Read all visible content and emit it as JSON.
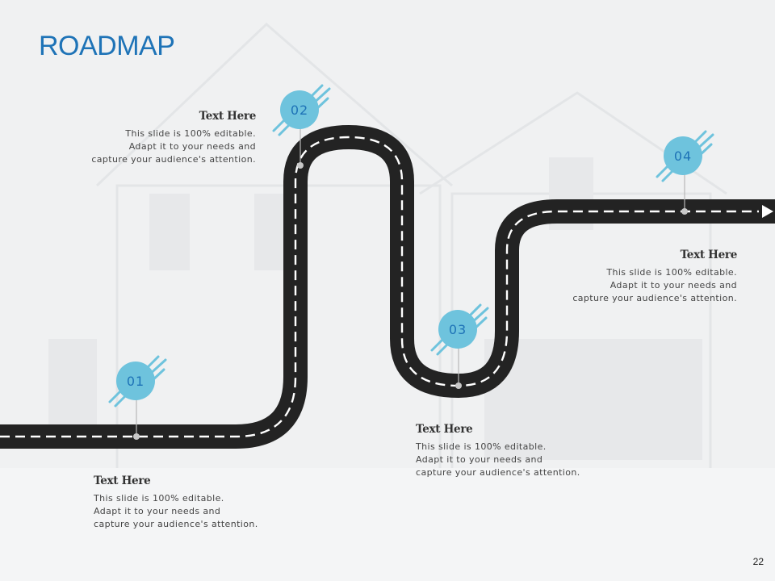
{
  "slide": {
    "title": "ROADMAP",
    "page_number": "22"
  },
  "colors": {
    "accent": "#1e73b7",
    "marker": "#6ec3dd",
    "road": "#232323",
    "lane": "#ffffff"
  },
  "steps": [
    {
      "number": "01",
      "heading": "Text Here",
      "lines": [
        "This slide is 100% editable.",
        "Adapt it to your needs and",
        "capture your audience's attention."
      ]
    },
    {
      "number": "02",
      "heading": "Text Here",
      "lines": [
        "This slide is 100% editable.",
        "Adapt it to your needs and",
        "capture your audience's attention."
      ]
    },
    {
      "number": "03",
      "heading": "Text Here",
      "lines": [
        "This slide is 100% editable.",
        "Adapt it to your needs and",
        "capture your audience's attention."
      ]
    },
    {
      "number": "04",
      "heading": "Text Here",
      "lines": [
        "This slide is 100% editable.",
        "Adapt it to your needs and",
        "capture your audience's attention."
      ]
    }
  ]
}
